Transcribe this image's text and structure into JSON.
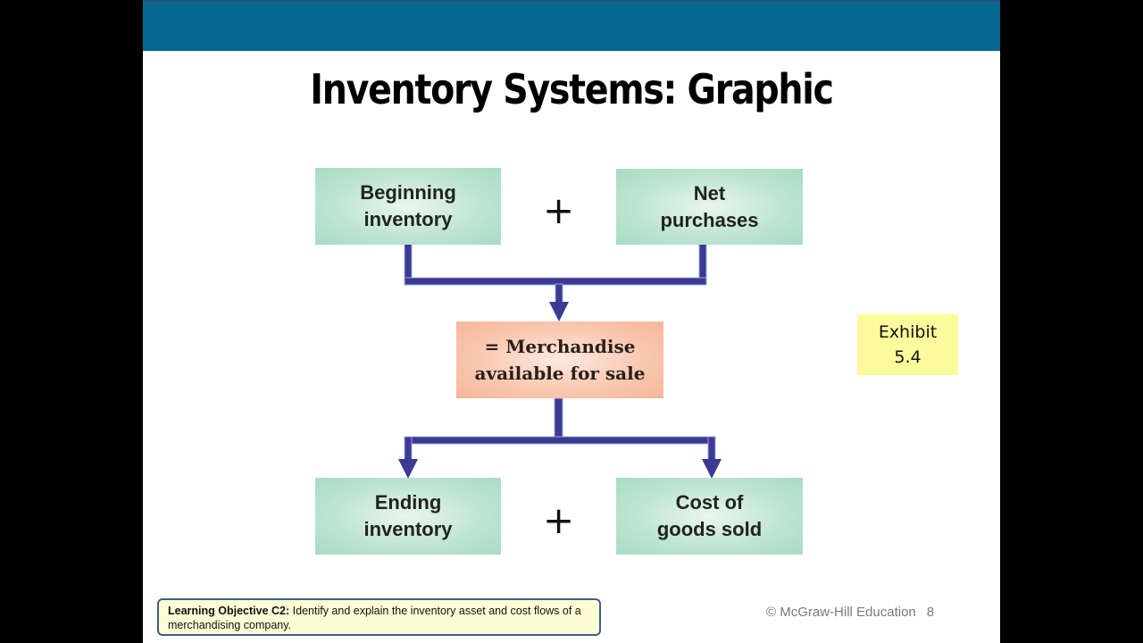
{
  "slide": {
    "title": "Inventory Systems: Graphic",
    "header_bar_color": "#046890"
  },
  "diagram": {
    "top_left": {
      "line1": "Beginning",
      "line2": "inventory"
    },
    "top_operator": "+",
    "top_right": {
      "line1": "Net",
      "line2": "purchases"
    },
    "middle": {
      "line1": "= Merchandise",
      "line2": "available for sale"
    },
    "bottom_left": {
      "line1": "Ending",
      "line2": "inventory"
    },
    "bottom_operator": "+",
    "bottom_right": {
      "line1": "Cost of",
      "line2": "goods sold"
    },
    "colors": {
      "box_green": "#b8e2cc",
      "box_orange": "#f8c2a8",
      "arrow": "#3b3a94"
    }
  },
  "exhibit": {
    "line1": "Exhibit",
    "line2": "5.4",
    "color": "#fbfb9c"
  },
  "learning_objective": {
    "label": "Learning Objective C2:",
    "text": "Identify and explain the inventory asset and cost flows of a merchandising company."
  },
  "footer": {
    "copyright": "© McGraw-Hill Education",
    "page_number": "8"
  }
}
